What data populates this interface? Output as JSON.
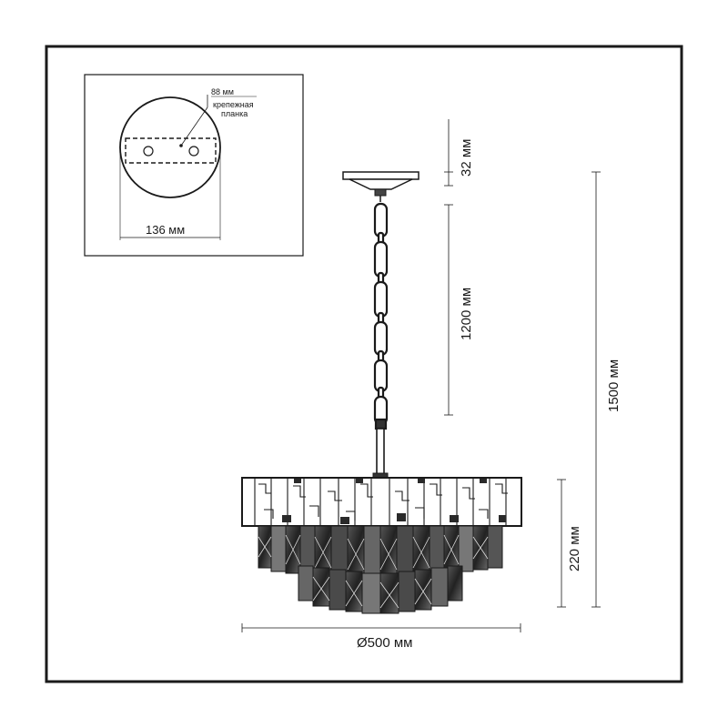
{
  "mount": {
    "plate_label": "88 мм",
    "bracket_label": "крепежная планка",
    "bracket_label_line1": "крепежная",
    "bracket_label_line2": "планка",
    "diameter_label": "136 мм"
  },
  "dimensions": {
    "canopy_height": "32 мм",
    "chain_length": "1200 мм",
    "total_height": "1500 мм",
    "body_height": "220 мм",
    "diameter": "Ø500 мм"
  }
}
